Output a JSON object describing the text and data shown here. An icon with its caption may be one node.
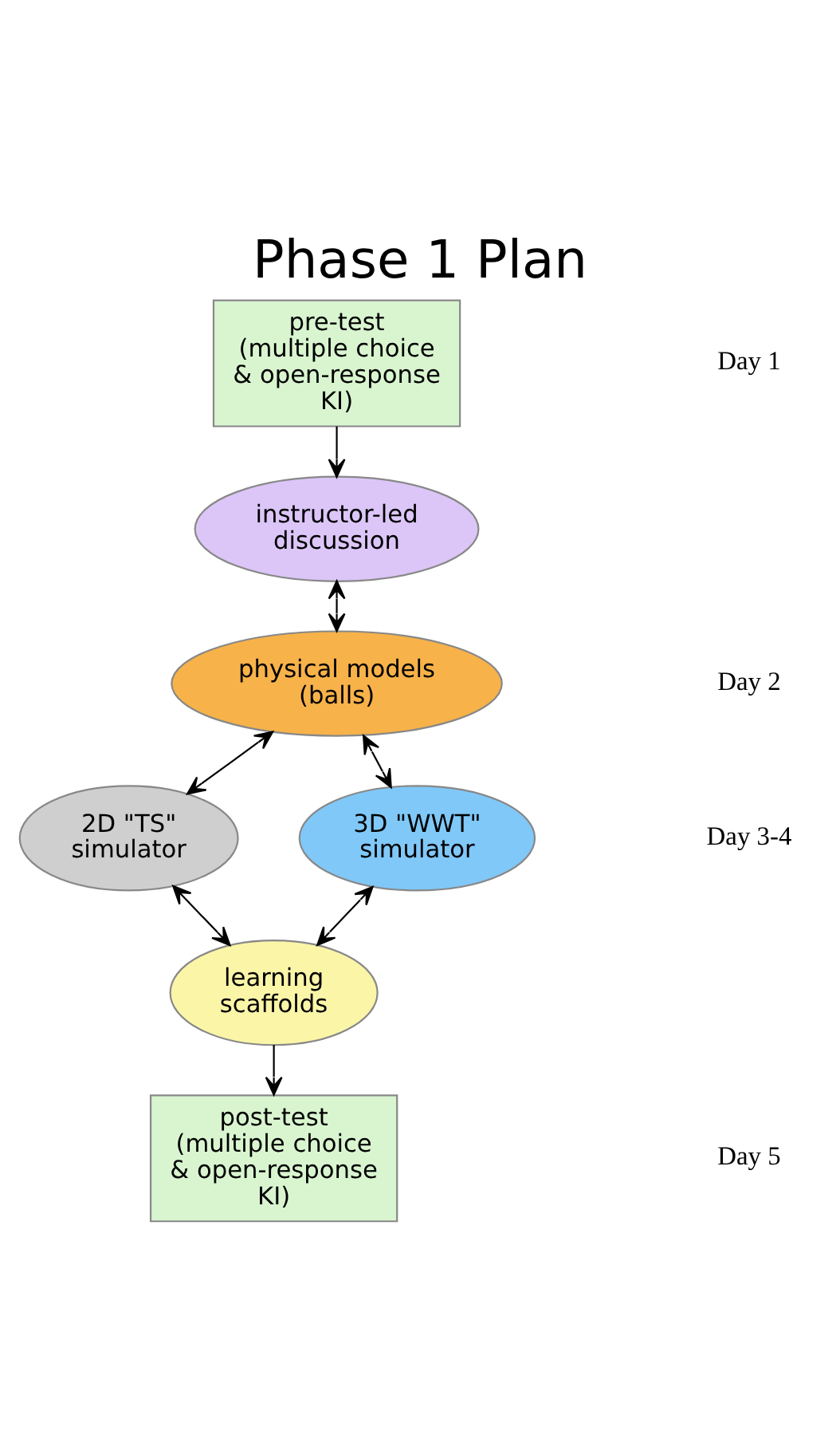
{
  "diagram": {
    "title": "Phase 1 Plan",
    "nodes": [
      {
        "text": [
          "pre-test (multiple choice & open-response KI)"
        ]
      },
      {
        "text": [
          "instructor-led discussion"
        ]
      },
      {
        "text": [
          "physical models (balls)"
        ]
      },
      {
        "text": [
          "2D \"TS\" simulator"
        ]
      },
      {
        "text": [
          "3D \"WWT\" simulator"
        ]
      },
      {
        "text": [
          "learning scaffolds"
        ]
      },
      {
        "text": [
          "post-test (multiple choice & open-response KI)"
        ]
      }
    ],
    "edges": [
      {
        "from": 0,
        "to": 1,
        "arrow": "to"
      },
      {
        "from": 1,
        "to": 2,
        "arrow": "both"
      },
      {
        "from": 2,
        "to": 3,
        "arrow": "both"
      },
      {
        "from": 2,
        "to": 4,
        "arrow": "both"
      },
      {
        "from": 3,
        "to": 5,
        "arrow": "both"
      },
      {
        "from": 4,
        "to": 5,
        "arrow": "both"
      },
      {
        "from": 5,
        "to": 6,
        "arrow": "to"
      }
    ],
    "labels": [
      "Day 1",
      "Day 2",
      "Day 3-4",
      "Day 5"
    ]
  }
}
